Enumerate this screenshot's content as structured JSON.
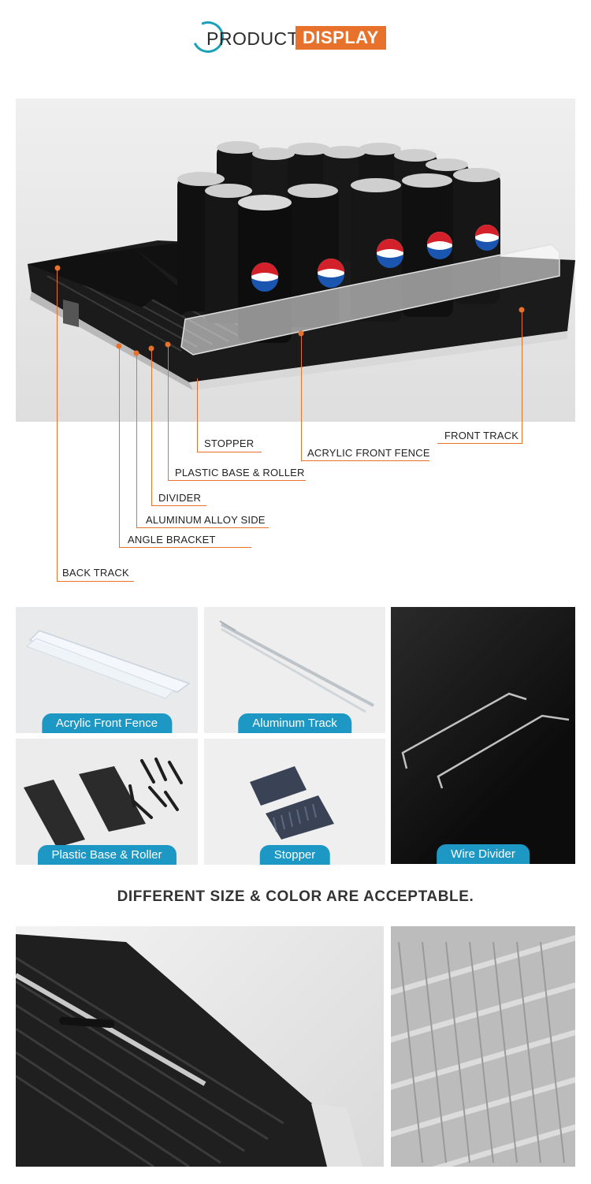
{
  "header": {
    "word1": "PRODUCT",
    "word2": "DISPLAY"
  },
  "callouts": [
    {
      "id": "stopper",
      "label": "STOPPER"
    },
    {
      "id": "front-track",
      "label": "FRONT TRACK"
    },
    {
      "id": "acrylic-front-fence",
      "label": "ACRYLIC FRONT FENCE"
    },
    {
      "id": "plastic-base-roller",
      "label": "PLASTIC BASE & ROLLER"
    },
    {
      "id": "divider",
      "label": "DIVIDER"
    },
    {
      "id": "aluminum-alloy-side",
      "label": "ALUMINUM ALLOY SIDE"
    },
    {
      "id": "angle-bracket",
      "label": "ANGLE BRACKET"
    },
    {
      "id": "back-track",
      "label": "BACK TRACK"
    }
  ],
  "parts": [
    {
      "id": "acrylic-front-fence",
      "label": "Acrylic Front Fence"
    },
    {
      "id": "aluminum-track",
      "label": "Aluminum Track"
    },
    {
      "id": "wire-divider",
      "label": "Wire Divider"
    },
    {
      "id": "plastic-base-roller",
      "label": "Plastic Base & Roller"
    },
    {
      "id": "stopper",
      "label": "Stopper"
    }
  ],
  "tagline": "DIFFERENT SIZE & COLOR ARE ACCEPTABLE.",
  "colors": {
    "accent": "#e8712b",
    "caption": "#1d97c4",
    "ring": "#1aa0b8"
  }
}
